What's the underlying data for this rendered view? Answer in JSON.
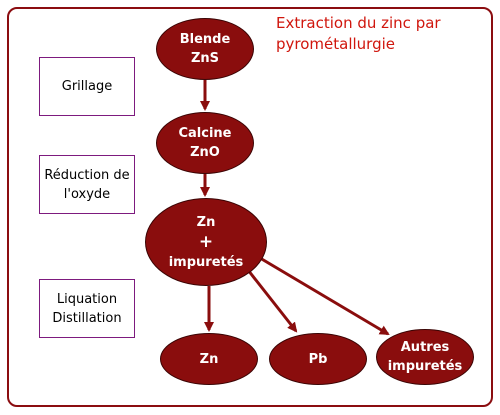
{
  "title": {
    "line1": "Extraction du zinc par",
    "line2": "pyrométallurgie"
  },
  "steps": {
    "grillage": "Grillage",
    "reduction_line1": "Réduction de",
    "reduction_line2": "l'oxyde",
    "liquation_line1": "Liquation",
    "liquation_line2": "Distillation"
  },
  "nodes": {
    "blende_line1": "Blende",
    "blende_line2": "ZnS",
    "calcine_line1": "Calcine",
    "calcine_line2": "ZnO",
    "impure_line1": "Zn",
    "impure_line2": "+",
    "impure_line3": "impuretés",
    "zn": "Zn",
    "pb": "Pb",
    "autres_line1": "Autres",
    "autres_line2": "impuretés"
  },
  "colors": {
    "node_fill": "#8a0d0d",
    "arrow": "#8a0d0d",
    "frame": "#8b0d10",
    "title_text": "#d0160d",
    "step_box_border": "#7d1a7e"
  }
}
